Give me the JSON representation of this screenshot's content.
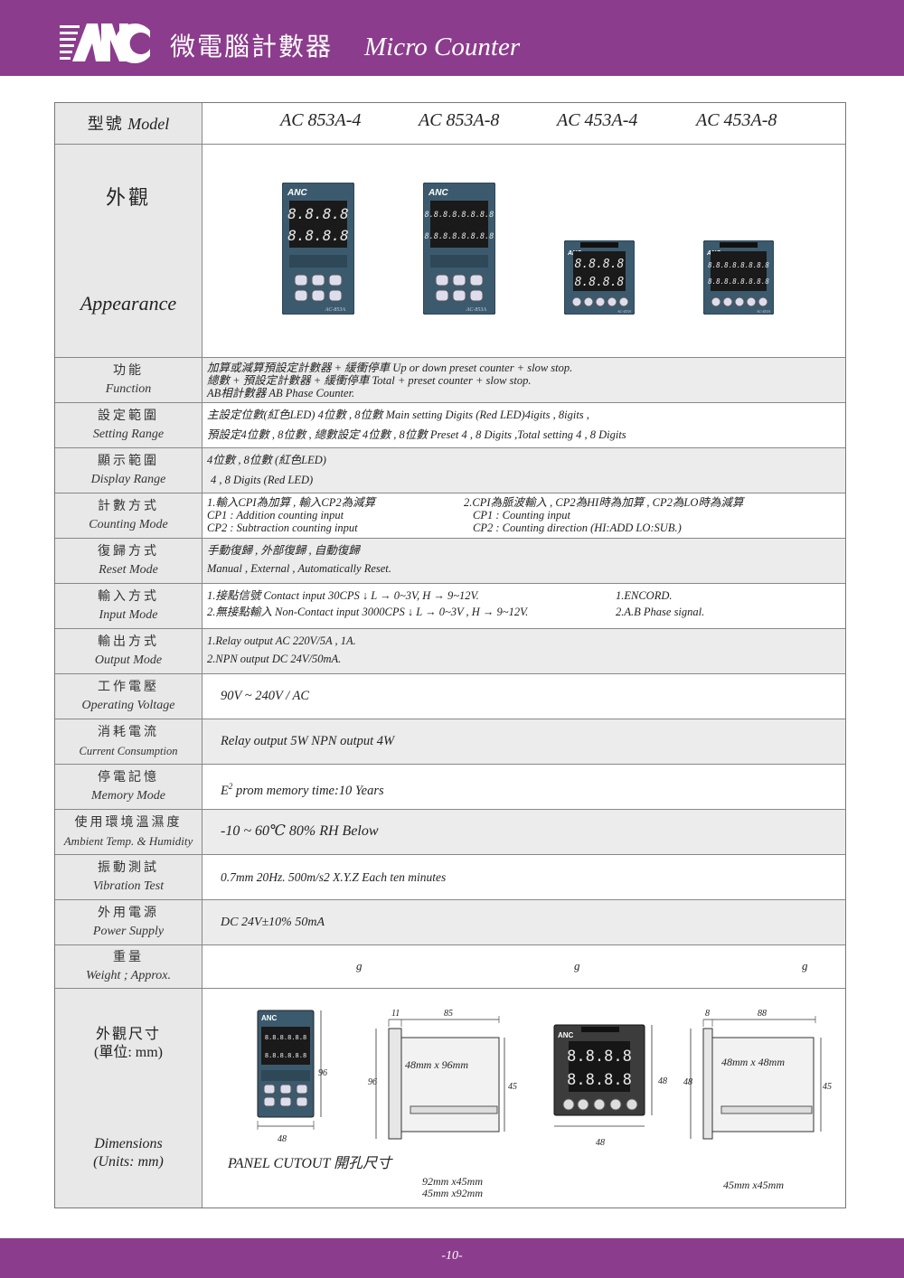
{
  "header": {
    "logo_text": "ANC",
    "title_zh": "微電腦計數器",
    "title_en": "Micro Counter"
  },
  "model_row": {
    "label_zh": "型號",
    "label_en": "Model",
    "models": [
      "AC 853A-4",
      "AC 853A-8",
      "AC 453A-4",
      "AC 453A-8"
    ]
  },
  "appearance": {
    "label_zh": "外觀",
    "label_en": "Appearance",
    "devices": [
      {
        "brand": "ANC",
        "display_top": "8.8.8.8",
        "display_bottom": "8.8.8.8",
        "tag": "AC-853A"
      },
      {
        "brand": "ANC",
        "display_top": "8.8.8.8.8.8.8.8",
        "display_bottom": "8.8.8.8.8.8.8.8",
        "tag": "AC-853A"
      },
      {
        "brand": "ANC",
        "display_top": "8.8.8.8",
        "display_bottom": "8.8.8.8",
        "tag": "AC-453A"
      },
      {
        "brand": "ANC",
        "display_top": "8.8.8.8.8.8.8.8",
        "display_bottom": "8.8.8.8.8.8.8.8",
        "tag": "AC-453A"
      }
    ]
  },
  "rows": {
    "function": {
      "label_zh": "功能",
      "label_en": "Function",
      "lines": [
        "加算或減算預設定計數器 + 緩衝停車  Up or down preset counter + slow stop.",
        "總數 + 預設定計數器 + 緩衝停車  Total + preset counter + slow stop.",
        "AB相計數器  AB Phase Counter."
      ]
    },
    "setting": {
      "label_zh": "設定範圍",
      "label_en": "Setting Range",
      "lines": [
        "主設定位數(紅色LED) 4位數 , 8位數 Main setting Digits (Red LED)4igits  , 8igits ,",
        "預設定4位數 , 8位數 , 總數設定 4位數 , 8位數  Preset 4 , 8  Digits ,Total setting 4 , 8  Digits"
      ]
    },
    "display": {
      "label_zh": "顯示範圍",
      "label_en": "Display Range",
      "lines": [
        "4位數 , 8位數 (紅色LED)",
        "4 , 8  Digits (Red LED)"
      ]
    },
    "counting": {
      "label_zh": "計數方式",
      "label_en": "Counting Mode",
      "left": [
        "1.輸入CPI為加算 , 輸入CP2為減算",
        "CP1 : Addition counting input",
        "CP2 : Subtraction counting input"
      ],
      "right": [
        "2.CPI為脈波輸入 , CP2為HI時為加算 , CP2為LO時為減算",
        "CP1 : Counting input",
        "CP2 : Counting direction (HI:ADD LO:SUB.)"
      ]
    },
    "reset": {
      "label_zh": "復歸方式",
      "label_en": "Reset Mode",
      "lines": [
        "手動復歸 , 外部復歸 , 自動復歸",
        "Manual , External , Automatically Reset."
      ]
    },
    "input": {
      "label_zh": "輸入方式",
      "label_en": "Input Mode",
      "left": [
        "1.接點信號  Contact input 30CPS ↓ L → 0~3V, H → 9~12V.",
        "2.無接點輸入  Non-Contact input  3000CPS ↓ L → 0~3V , H → 9~12V."
      ],
      "right": [
        "1.ENCORD.",
        "2.A.B Phase signal."
      ]
    },
    "output": {
      "label_zh": "輸出方式",
      "label_en": "Output Mode",
      "lines": [
        "1.Relay output AC 220V/5A , 1A.",
        "2.NPN output DC 24V/50mA."
      ]
    },
    "voltage": {
      "label_zh": "工作電壓",
      "label_en": "Operating Voltage",
      "text": "90V ~ 240V / AC"
    },
    "current": {
      "label_zh": "消耗電流",
      "label_en": "Current Consumption",
      "text": "Relay output 5W  NPN output 4W"
    },
    "memory": {
      "label_zh": "停電記憶",
      "label_en": "Memory Mode",
      "prefix": "E",
      "sup": "2",
      "text": " prom memory time:10 Years"
    },
    "ambient": {
      "label_zh": "使用環境溫濕度",
      "label_en": "Ambient Temp. & Humidity",
      "text": "-10 ~ 60℃   80% RH Below"
    },
    "vibration": {
      "label_zh": "振動測試",
      "label_en": "Vibration Test",
      "text": "0.7mm 20Hz. 500m/s2   X.Y.Z Each ten minutes"
    },
    "power": {
      "label_zh": "外用電源",
      "label_en": "Power Supply",
      "text": "DC 24V±10% 50mA"
    },
    "weight": {
      "label_zh": "重量",
      "label_en": "Weight ; Approx.",
      "units": [
        "g",
        "g",
        "g"
      ]
    }
  },
  "dimensions": {
    "label_zh": "外觀尺寸",
    "label_zh2": "(單位: mm)",
    "label_en": "Dimensions",
    "label_en2": "(Units: mm)",
    "a": {
      "h": "96",
      "w": "48",
      "depth": "85",
      "front": "11",
      "panel_h": "96",
      "inner": "45",
      "size_text": "48mm x 96mm"
    },
    "b": {
      "h": "48",
      "w": "48",
      "depth": "88",
      "front": "8",
      "panel_h": "48",
      "inner": "45",
      "size_text": "48mm x 48mm"
    },
    "cutout_label": "PANEL CUTOUT 開孔尺寸",
    "cutout_a": [
      "92mm x45mm",
      "45mm x92mm"
    ],
    "cutout_b": "45mm x45mm"
  },
  "footer": {
    "page": "-10-"
  },
  "colors": {
    "accent": "#8c3c8c",
    "label_bg": "#e8e8e8",
    "panel": "#3c5a6e",
    "display_bg": "#1a1a1a",
    "led": "#e8e8e8"
  }
}
